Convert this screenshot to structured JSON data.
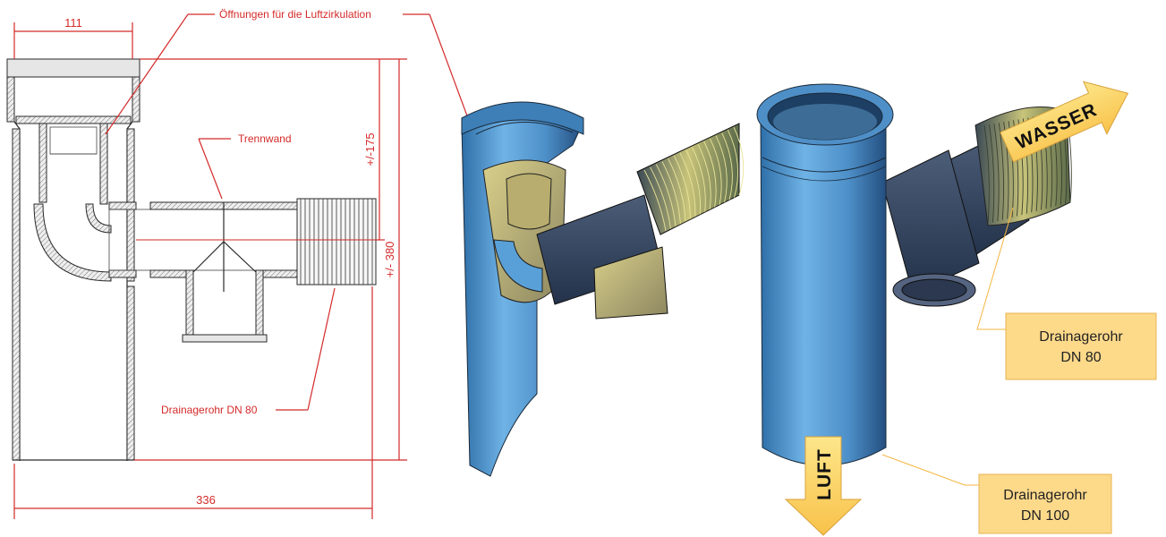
{
  "drawing": {
    "dimensions": {
      "top_width": "111",
      "total_width": "336",
      "upper_height": "+/-175",
      "total_height": "+/- 380"
    },
    "annotations": {
      "air_openings": "Öffnungen für die Luftzirkulation",
      "partition": "Trennwand",
      "drain_pipe": "Drainagerohr DN 80"
    }
  },
  "render": {
    "water_arrow": "WASSER",
    "air_arrow": "LUFT",
    "callout_dn80": {
      "line1": "Drainagerohr",
      "line2": "DN 80"
    },
    "callout_dn100": {
      "line1": "Drainagerohr",
      "line2": "DN 100"
    }
  },
  "colors": {
    "dimension_red": "#d42a2a",
    "pipe_blue": "#5b9bd5",
    "callout_fill": "#fdd98a",
    "arrow_fill": "#fcd34d"
  }
}
